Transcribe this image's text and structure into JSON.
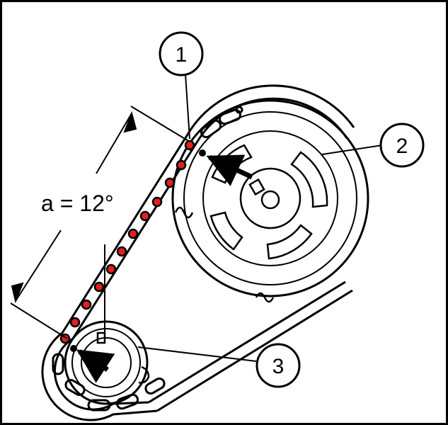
{
  "figure": {
    "dimension_label": "a = 12°",
    "callouts": [
      {
        "number": "1",
        "part": "chain"
      },
      {
        "number": "2",
        "part": "camshaft-sprocket"
      },
      {
        "number": "3",
        "part": "crankshaft-sprocket"
      }
    ],
    "colors": {
      "line": "#000000",
      "roller_mark": "#e02020",
      "background": "#ffffff"
    }
  }
}
